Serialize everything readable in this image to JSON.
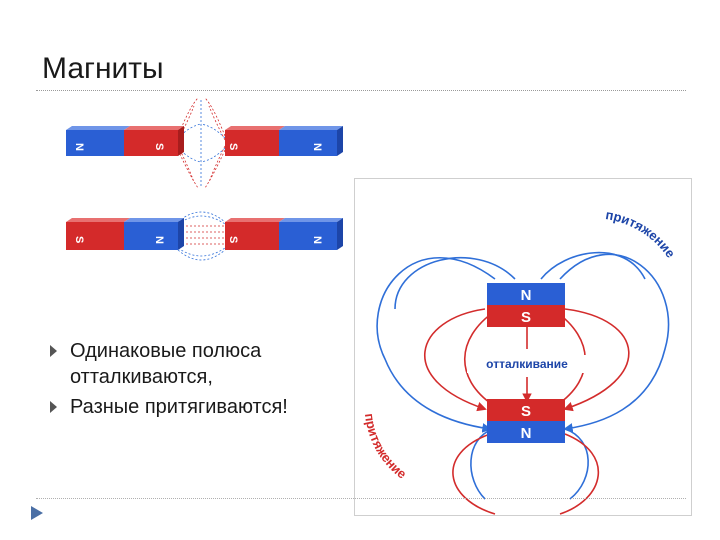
{
  "slide": {
    "title": "Магниты"
  },
  "bullets": [
    {
      "text": "Одинаковые полюса отталкиваются,"
    },
    {
      "text": "Разные притягиваются!"
    }
  ],
  "top_magnets": {
    "left_magnet": {
      "pole_left": "N",
      "pole_right": "S"
    },
    "right_magnet": {
      "pole_left": "S",
      "pole_right": "N"
    }
  },
  "bottom_magnets": {
    "left_magnet": {
      "pole_left": "S",
      "pole_right": "N"
    },
    "right_magnet": {
      "pole_left": "S",
      "pole_right": "N"
    }
  },
  "diagram": {
    "top_magnet": {
      "pole_top": "N",
      "pole_bottom": "S"
    },
    "bottom_magnet": {
      "pole_top": "S",
      "pole_bottom": "N"
    },
    "label_attraction_top": "притяжение",
    "label_repulsion": "отталкивание",
    "label_attraction_bottom": "притяжение"
  },
  "colors": {
    "north": "#2a5fd4",
    "south": "#d42a2a",
    "field_blue": "#2f6fd8",
    "field_red": "#d32c2c"
  }
}
